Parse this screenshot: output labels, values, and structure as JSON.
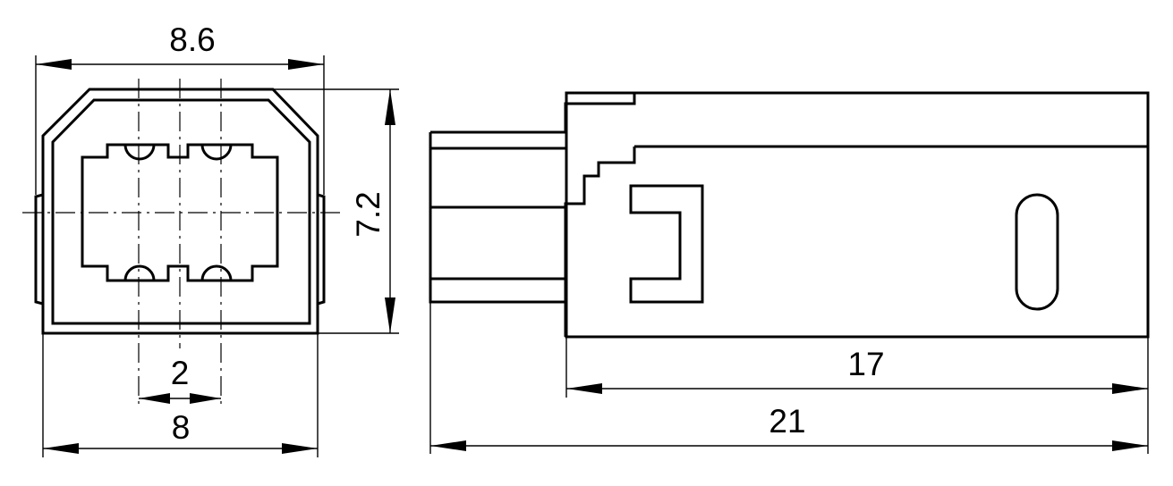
{
  "drawing": {
    "front_view": {
      "dimensions": {
        "overall_width": "8.6",
        "overall_height": "7.2",
        "inner_width": "8",
        "pin_pitch": "2"
      }
    },
    "side_view": {
      "dimensions": {
        "housing_length": "17",
        "overall_length": "21"
      }
    },
    "colors": {
      "line": "#000000",
      "background": "#ffffff"
    }
  }
}
